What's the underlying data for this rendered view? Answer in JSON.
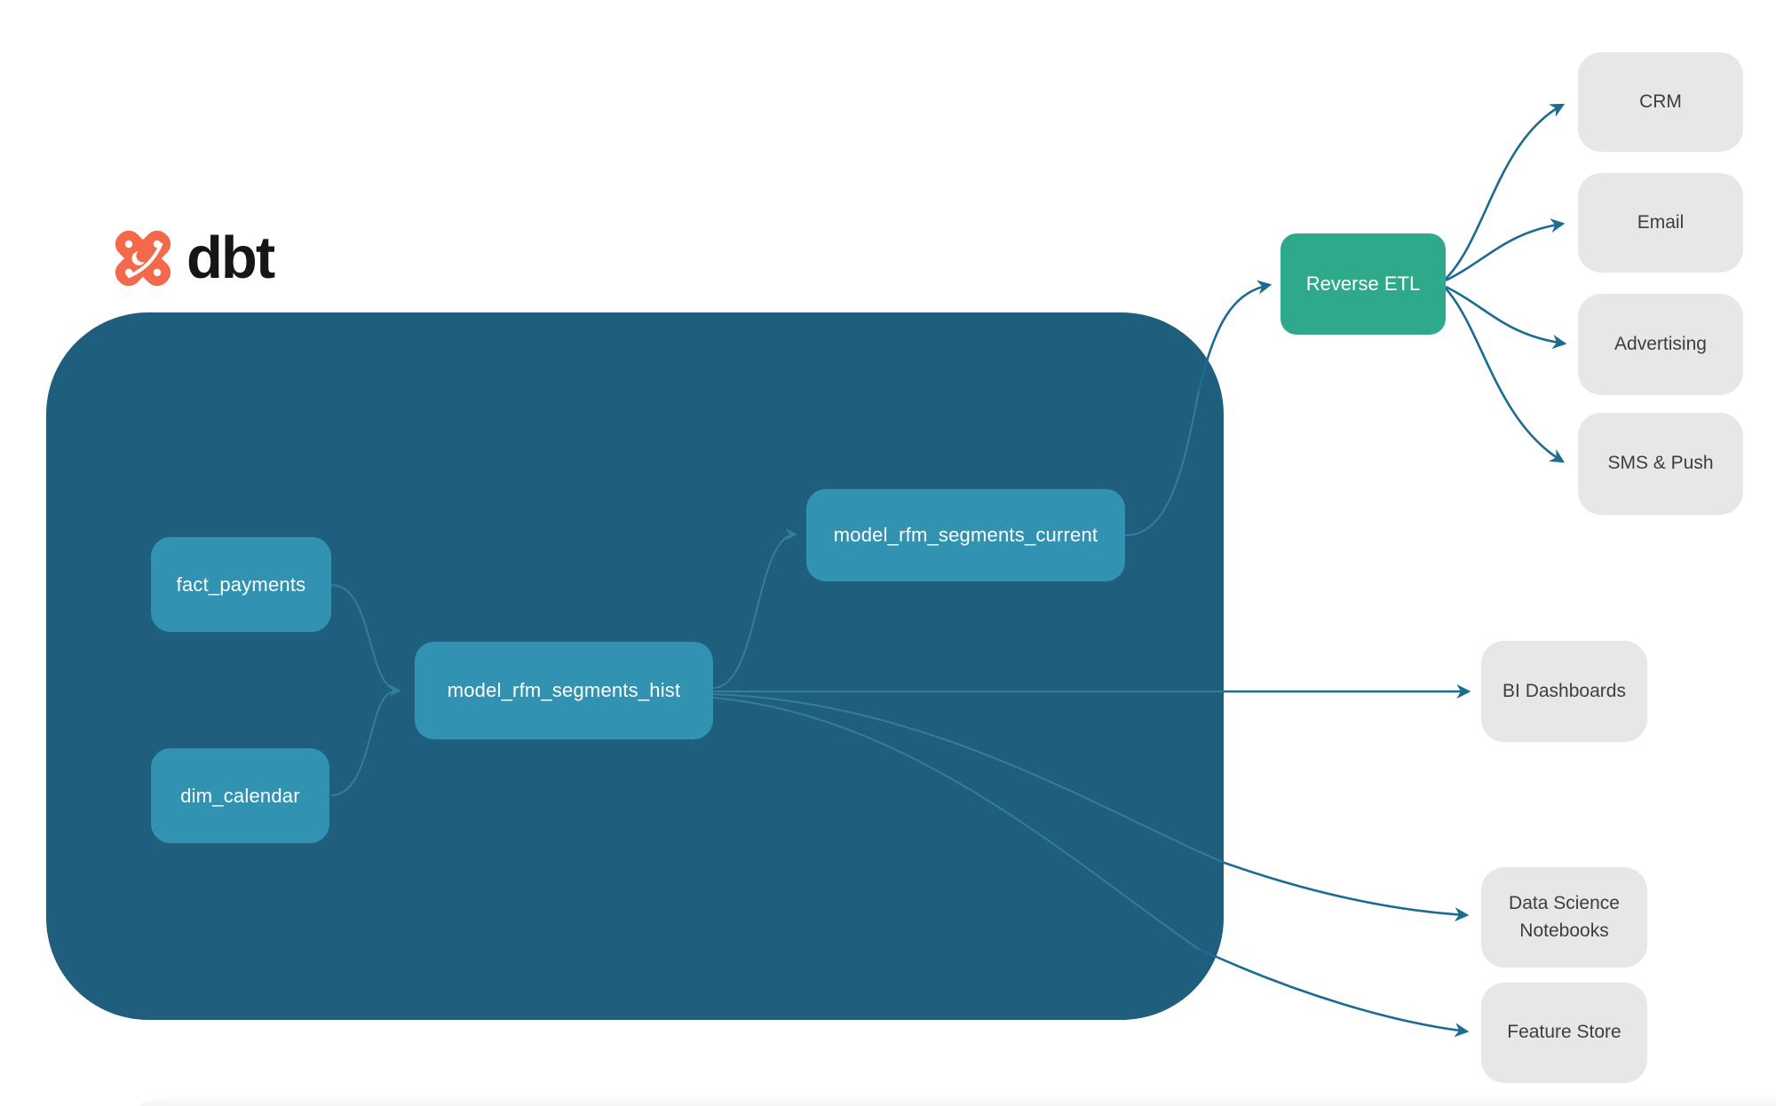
{
  "logo": {
    "text": "dbt",
    "icon": "dbt-pinwheel-icon"
  },
  "colors": {
    "container": "#205E7D",
    "model_node": "#3193B1",
    "reverse_etl_node": "#2EA98C",
    "destination_node": "#E7E7E7",
    "destination_text": "#3E3E3E",
    "node_text": "#FFFFFF",
    "edge_inner": "#2F7F9D",
    "edge_outer": "#1C6B91",
    "logo_orange": "#F4694B",
    "logo_text": "#161616"
  },
  "nodes": {
    "fact_payments": {
      "label": "fact_payments"
    },
    "dim_calendar": {
      "label": "dim_calendar"
    },
    "model_rfm_segments_hist": {
      "label": "model_rfm_segments_hist"
    },
    "model_rfm_segments_current": {
      "label": "model_rfm_segments_current"
    },
    "reverse_etl": {
      "label": "Reverse ETL"
    },
    "crm": {
      "label": "CRM"
    },
    "email": {
      "label": "Email"
    },
    "advertising": {
      "label": "Advertising"
    },
    "sms_push": {
      "label": "SMS & Push"
    },
    "bi_dashboards": {
      "label": "BI Dashboards"
    },
    "data_science_notebooks": {
      "label": "Data Science Notebooks"
    },
    "feature_store": {
      "label": "Feature Store"
    }
  },
  "edges": [
    {
      "from": "fact_payments",
      "to": "model_rfm_segments_hist"
    },
    {
      "from": "dim_calendar",
      "to": "model_rfm_segments_hist"
    },
    {
      "from": "model_rfm_segments_hist",
      "to": "model_rfm_segments_current"
    },
    {
      "from": "model_rfm_segments_current",
      "to": "reverse_etl"
    },
    {
      "from": "reverse_etl",
      "to": "crm"
    },
    {
      "from": "reverse_etl",
      "to": "email"
    },
    {
      "from": "reverse_etl",
      "to": "advertising"
    },
    {
      "from": "reverse_etl",
      "to": "sms_push"
    },
    {
      "from": "model_rfm_segments_hist",
      "to": "bi_dashboards"
    },
    {
      "from": "model_rfm_segments_hist",
      "to": "data_science_notebooks"
    },
    {
      "from": "model_rfm_segments_hist",
      "to": "feature_store"
    }
  ]
}
